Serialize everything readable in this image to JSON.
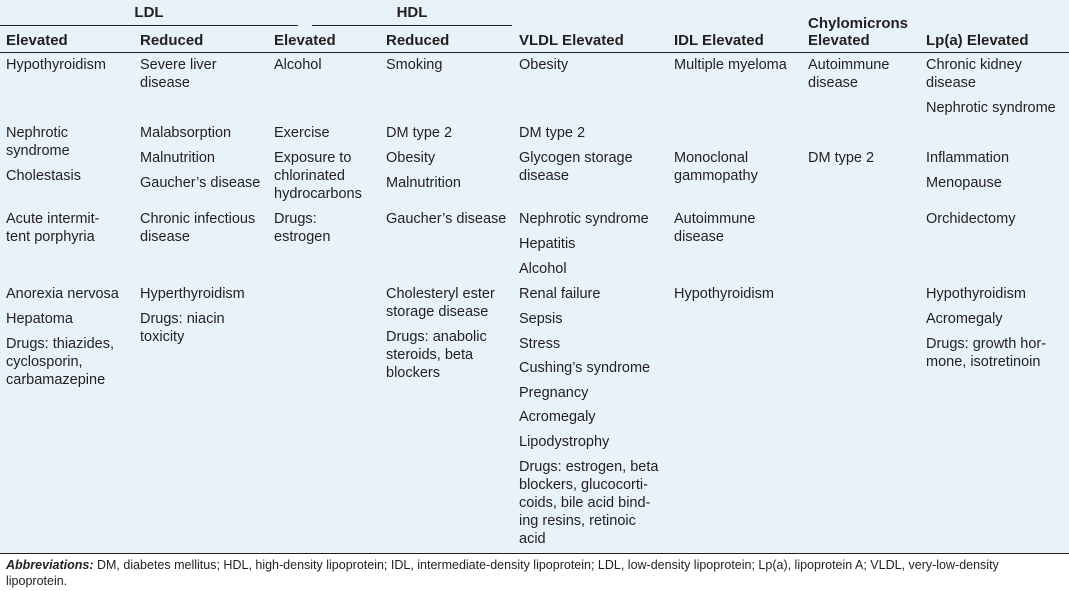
{
  "group_headers": {
    "ldl": "LDL",
    "hdl": "HDL"
  },
  "columns": [
    "Elevated",
    "Reduced",
    "Elevated",
    "Reduced",
    "VLDL Elevated",
    "IDL Elevated",
    "Chylomicrons\nElevated",
    "Lp(a) Elevated"
  ],
  "cells": {
    "ldl_elevated": [
      "Hypothyroidism",
      "Nephrotic\nsyndrome",
      "Cholestasis",
      "Acute intermit-\ntent porphyria",
      "Anorexia nervosa",
      "Hepatoma",
      "Drugs: thiazides,\ncyclosporin,\ncarbamazepine"
    ],
    "ldl_reduced": [
      "Severe liver\ndisease",
      "Malabsorption",
      "Malnutrition",
      "Gaucher’s disease",
      "Chronic infectious\ndisease",
      "Hyperthyroidism",
      "Drugs: niacin\ntoxicity"
    ],
    "hdl_elevated": [
      "Alcohol",
      "Exercise",
      "Exposure to\nchlorinated\nhydrocarbons",
      "Drugs:\nestrogen"
    ],
    "hdl_reduced": [
      "Smoking",
      "DM type 2",
      "Obesity",
      "Malnutrition",
      "Gaucher’s disease",
      "Cholesteryl ester\nstorage disease",
      "Drugs: anabolic\nsteroids, beta\nblockers"
    ],
    "vldl_elevated": [
      "Obesity",
      "DM type 2",
      "Glycogen storage\ndisease",
      "Nephrotic syndrome",
      "Hepatitis",
      "Alcohol",
      "Renal failure",
      "Sepsis",
      "Stress",
      "Cushing’s syndrome",
      "Pregnancy",
      "Acromegaly",
      "Lipodystrophy",
      "Drugs: estrogen, beta\nblockers, glucocorti-\ncoids, bile acid bind-\ning resins, retinoic\nacid"
    ],
    "idl_elevated": [
      "Multiple myeloma",
      "Monoclonal\ngammopathy",
      "Autoimmune\ndisease",
      "Hypothyroidism"
    ],
    "chylo_elevated": [
      "Autoimmune\ndisease",
      "DM type 2"
    ],
    "lpa_elevated": [
      "Chronic kidney\ndisease",
      "Nephrotic syndrome",
      "Inflammation",
      "Menopause",
      "Orchidectomy",
      "Hypothyroidism",
      "Acromegaly",
      "Drugs: growth hor-\nmone, isotretinoin"
    ]
  },
  "footnote": {
    "label": "Abbreviations:",
    "text": " DM, diabetes mellitus; HDL, high-density lipoprotein; IDL, intermediate-density lipoprotein; LDL, low-density lipoprotein; Lp(a), lipoprotein A; VLDL, very-low-density lipoprotein."
  }
}
